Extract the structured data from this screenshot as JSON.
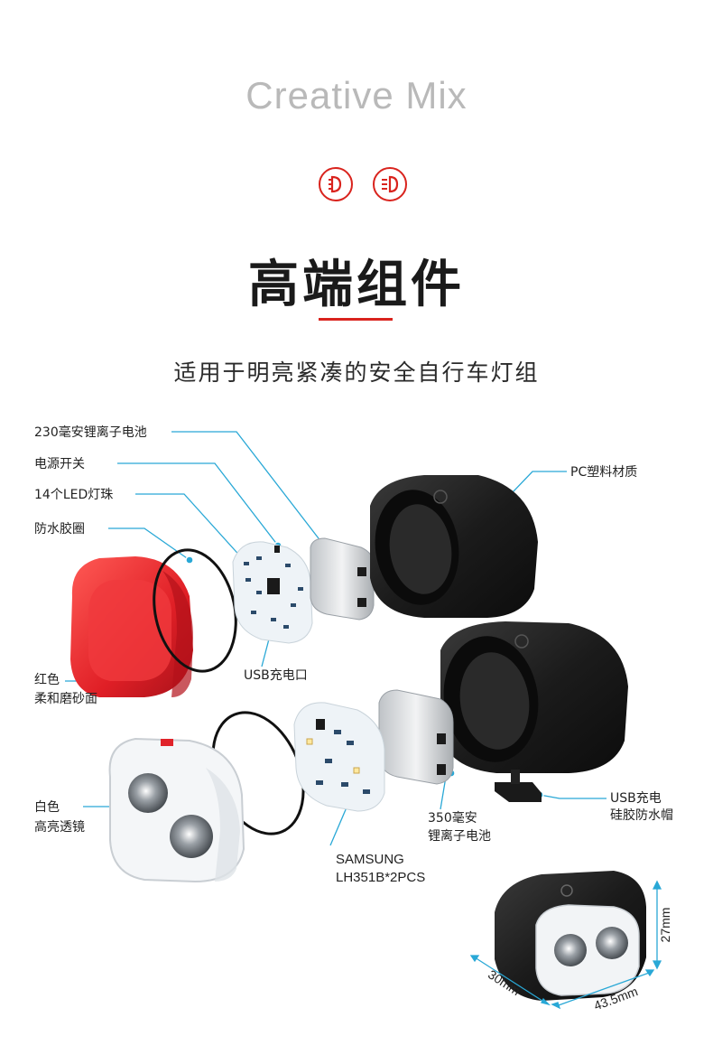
{
  "header": {
    "brand": "Creative Mix",
    "title": "高端组件",
    "subtitle": "适用于明亮紧凑的安全自行车灯组",
    "icons": [
      "front-light-icon",
      "headlight-beam-icon"
    ],
    "accent_color": "#d9231d"
  },
  "labels": {
    "battery_230": "230毫安锂离子电池",
    "power_switch": "电源开关",
    "led_14": "14个LED灯珠",
    "waterproof_ring": "防水胶圈",
    "pc_material": "PC塑料材质",
    "usb_port": "USB充电口",
    "red_line1": "红色",
    "red_line2": "柔和磨砂面",
    "white_line1": "白色",
    "white_line2": "高亮透镜",
    "battery_350_line1": "350毫安",
    "battery_350_line2": "锂离子电池",
    "samsung_line1": "SAMSUNG",
    "samsung_line2": "LH351B*2PCS",
    "usb_cap_line1": "USB充电",
    "usb_cap_line2": "硅胶防水帽"
  },
  "dimensions": {
    "height": "27mm",
    "depth": "30mm",
    "width": "43.5mm"
  },
  "colors": {
    "leader_line": "#29a8d6",
    "red_lens": "#e8242b",
    "housing": "#1c1c1c"
  }
}
